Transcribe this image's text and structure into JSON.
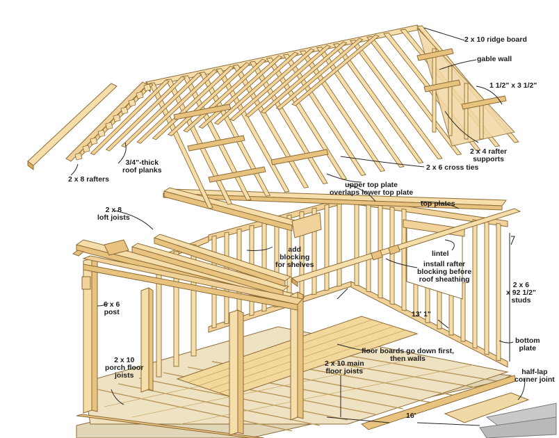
{
  "colors": {
    "wood": "#f6deaa",
    "wood_dark": "#e8c27f",
    "wood_shadow": "#d8aa62",
    "outline": "#8c6a34",
    "leader": "#222222"
  },
  "labels": {
    "ridge_board": "2 x 10 ridge board",
    "gable_wall": "gable wall",
    "block_size": "1 1/2\" x 3 1/2\"",
    "rafter_supports": "2 x 4 rafter\nsupports",
    "cross_ties": "2 x 6 cross ties",
    "roof_planks": "3/4\"-thick\nroof planks",
    "rafters": "2 x 8 rafters",
    "top_plate_overlap": "upper top plate\noverlaps lower top plate",
    "top_plates": "top plates",
    "loft_joists": "2 x 8\nloft joists",
    "blocking_shelves": "add\nblocking\nfor shelves",
    "lintel": "lintel",
    "rafter_blocking": "install rafter\nblocking before\nroof sheathing",
    "studs": "2 x 6\nx 92 1/2\"\nstuds",
    "post": "6 x 6\npost",
    "wall_length": "13' 1\"",
    "bottom_plate": "bottom\nplate",
    "floor_boards": "floor boards go down first,\nthen walls",
    "porch_joists": "2 x 10\nporch floor\njoists",
    "main_joists": "2 x 10 main\nfloor joists",
    "corner_joint": "half-lap\ncorner joint",
    "floor_length": "16'"
  }
}
